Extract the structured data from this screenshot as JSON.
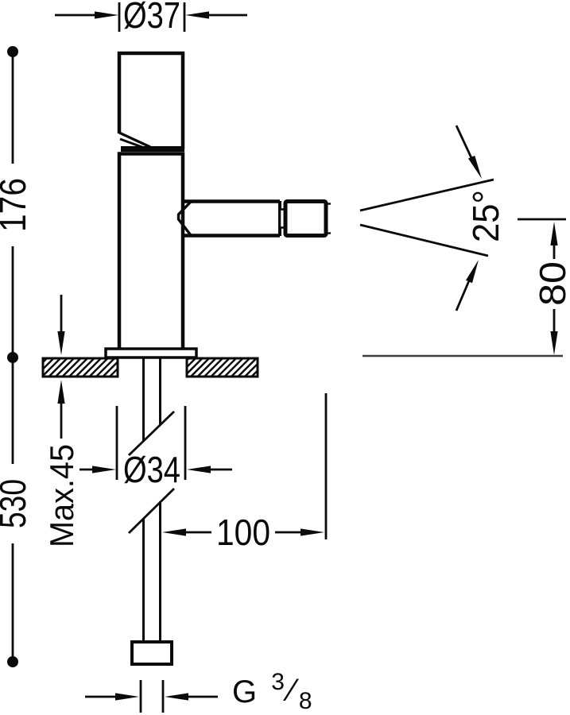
{
  "document": {
    "type": "technical dimension drawing",
    "subject": "Single-lever bidet mixer tap, side elevation with installation dimensions",
    "units": "mm",
    "colors": {
      "line": "#0a0a0a",
      "background": "#ffffff",
      "reference_line": "#3c3c3c"
    }
  },
  "dimensions": {
    "top_diameter": "Ø37",
    "body_height": "176",
    "spray_angle": "25°",
    "outlet_height": "80",
    "max_deck_thickness": "Max.45",
    "hole_diameter": "Ø34",
    "hose_length": "530",
    "reach": "100",
    "thread": {
      "prefix": "G",
      "numerator": "3",
      "slash": "⁄",
      "denominator": "8"
    }
  }
}
